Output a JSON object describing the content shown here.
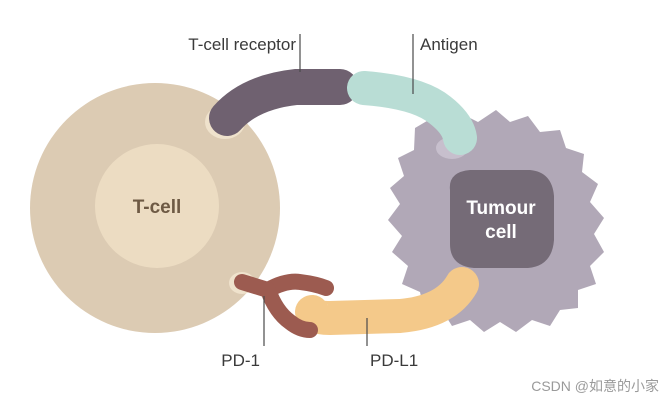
{
  "labels": {
    "t_cell_receptor": "T-cell receptor",
    "antigen": "Antigen",
    "t_cell": "T-cell",
    "tumour_line1": "Tumour",
    "tumour_line2": "cell",
    "pd1": "PD-1",
    "pdl1": "PD-L1"
  },
  "watermark": "CSDN @如意的小家",
  "colors": {
    "t_cell_outer": "#dccbb3",
    "t_cell_inner": "#ecdcc2",
    "t_cell_text": "#6e5a44",
    "tumour_outer": "#b1a8b7",
    "tumour_inner": "#756b77",
    "tumour_text": "#ffffff",
    "receptor": "#6f6170",
    "antigen": "#b9ddd5",
    "pd1": "#9c5b50",
    "pdl1": "#f4c98a",
    "leader_line": "#4a4a4a",
    "membrane_bump_t": "#efe2cc",
    "membrane_bump_tumour": "#c7bfcd"
  }
}
